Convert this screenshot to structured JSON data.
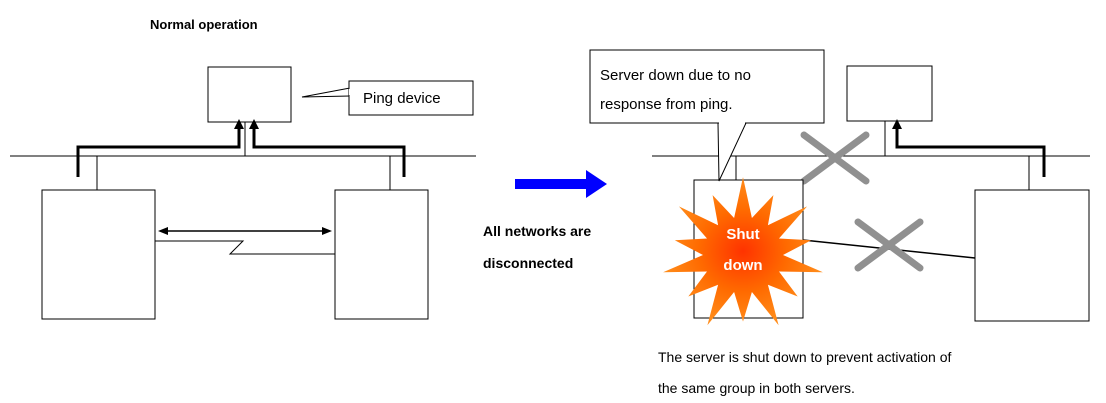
{
  "left_panel": {
    "title": "Normal operation",
    "ping_callout": "Ping device"
  },
  "transition": {
    "arrow_color": "#0000ff",
    "caption_line1": "All networks are",
    "caption_line2": "disconnected"
  },
  "right_panel": {
    "callout_line1": "Server down due to no",
    "callout_line2": "response from ping.",
    "burst_line1": "Shut",
    "burst_line2": "down",
    "note_line1": "The server is shut down to prevent activation of",
    "note_line2": "the same group in both servers.",
    "burst_color": "#ff6a00",
    "cross_color": "#909090"
  }
}
